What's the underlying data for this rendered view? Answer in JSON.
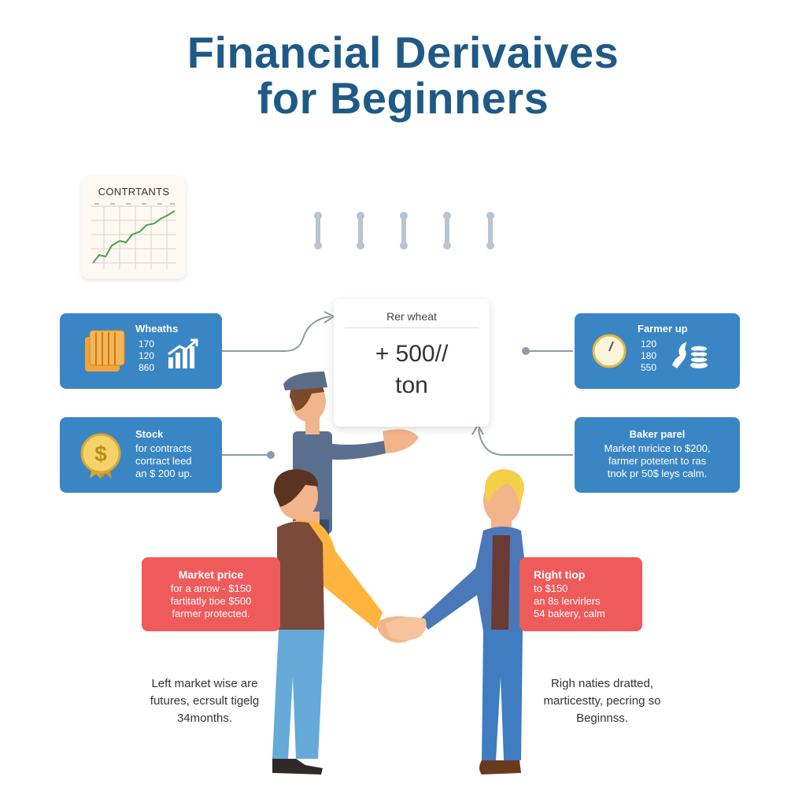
{
  "title": {
    "line1": "Financial Derivaives",
    "line2": "for Beginners"
  },
  "contracts_card": {
    "label": "CONTRTANTS"
  },
  "price_card": {
    "label": "Rer wheat",
    "line1": "+ 500//",
    "line2": "ton"
  },
  "left_top_box": {
    "title": "Wheaths",
    "values": [
      "170",
      "120",
      "860"
    ]
  },
  "left_mid_box": {
    "title": "Stock",
    "lines": [
      "for contracts",
      "cortract leed",
      "an $ 200 up."
    ]
  },
  "right_top_box": {
    "title": "Farmer up",
    "values": [
      "120",
      "180",
      "550"
    ]
  },
  "right_mid_box": {
    "title": "Baker parel",
    "lines": [
      "Market mricice to $200,",
      "farmer potetent to ras",
      "tnok pr 50$ leys calm."
    ]
  },
  "left_red_box": {
    "title": "Market price",
    "lines": [
      "for a arrow - $150",
      "fartitatly tioe $500",
      "farmer protected."
    ]
  },
  "right_red_box": {
    "title": "Right tiop",
    "lines": [
      "to $150",
      "an 8s lervirlers",
      "54 bakery, calm"
    ]
  },
  "left_caption": {
    "lines": [
      "Left market wise are",
      "futures, ecrsult tigelg",
      "34months."
    ]
  },
  "right_caption": {
    "lines": [
      "Righ naties dratted,",
      "marticestty, pecring so",
      "Beginnss."
    ]
  },
  "colors": {
    "title": "#1f5a86",
    "blue_box": "#3a86c4",
    "red_box": "#ef5b5b",
    "connector": "#8e9aa8"
  }
}
